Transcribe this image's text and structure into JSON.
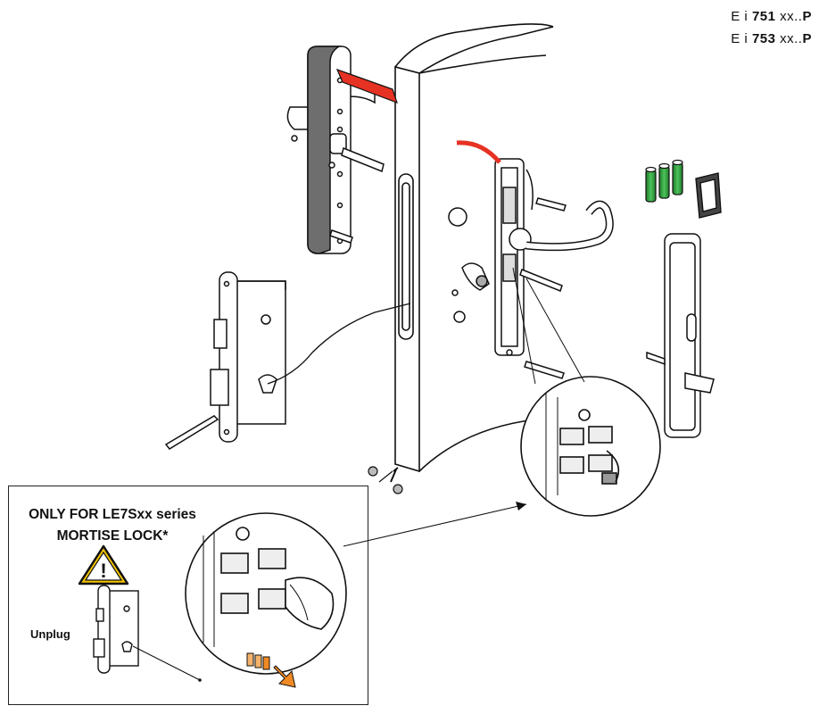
{
  "models": [
    {
      "prefix": "E i ",
      "number": "751",
      "mid": " xx..",
      "suffix": "P"
    },
    {
      "prefix": "E i ",
      "number": "753",
      "mid": " xx..",
      "suffix": "P"
    }
  ],
  "notice": {
    "line1": "ONLY FOR LE7Sxx series",
    "line2": "MORTISE LOCK*",
    "unplug_label": "Unplug",
    "warning_symbol": "!"
  },
  "colors": {
    "cable_red": "#e63223",
    "battery_green": "#2e9e3a",
    "tab_orange": "#f08a24",
    "line": "#111111"
  },
  "icons": [
    "warning-triangle-icon",
    "unplug-arrow-icon"
  ]
}
